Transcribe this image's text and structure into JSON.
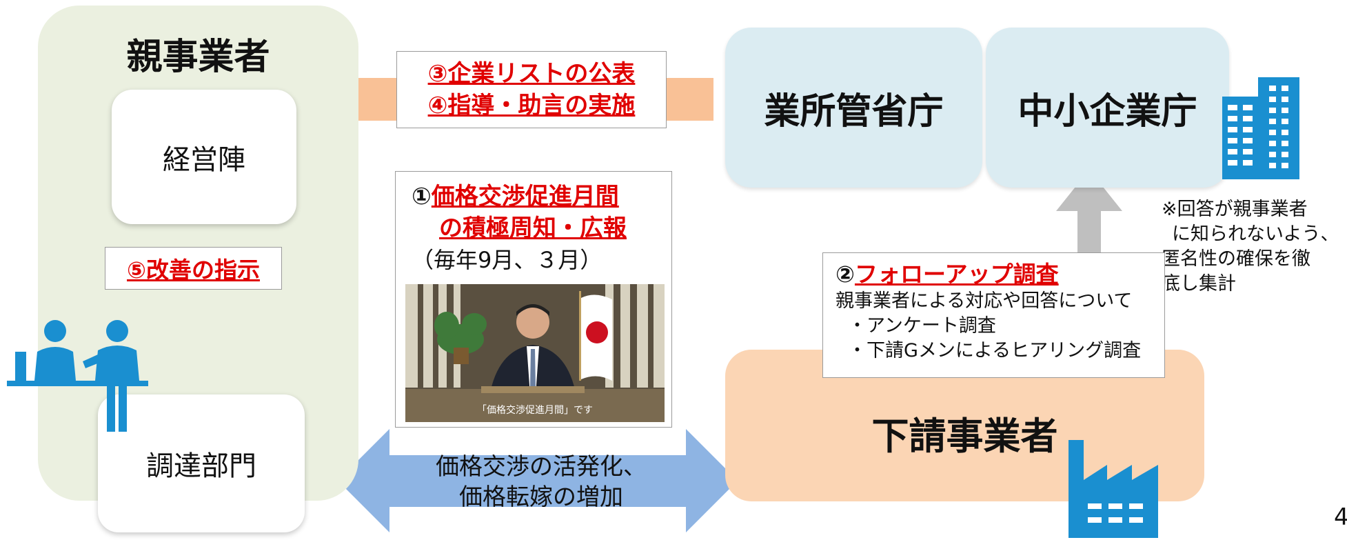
{
  "parent": {
    "title": "親事業者",
    "management": "経営陣",
    "procurement": "調達部門",
    "instruction": "⑤改善の指示"
  },
  "government": {
    "ministry": "業所管省庁",
    "sme_agency": "中小企業庁"
  },
  "subcontractor": {
    "title": "下請事業者"
  },
  "publish": {
    "line1": "③企業リストの公表",
    "line2": "④指導・助言の実施"
  },
  "campaign": {
    "num": "①",
    "line1": "価格交渉促進月間",
    "line2": "の積極周知・広報",
    "line3": "（毎年9月、３月）",
    "video_caption": "「価格交渉促進月間」です"
  },
  "followup": {
    "num": "②",
    "title": "フォローアップ調査",
    "desc": "親事業者による対応や回答について",
    "item1": "・アンケート調査",
    "item2": "・下請Gメンによるヒアリング調査"
  },
  "note": {
    "line1": "※回答が親事業者",
    "line2": "に知られないよう、",
    "line3": "匿名性の確保を徹",
    "line4": "底し集計"
  },
  "mutual": {
    "line1": "価格交渉の活発化、",
    "line2": "価格転嫁の増加"
  },
  "page_number": "4",
  "colors": {
    "red_text": "#e00000",
    "orange_arrow": "#f9c196",
    "gray_arrow": "#bfbfbf",
    "blue_arrow": "#8eb4e3",
    "icon_blue": "#1a8fd0"
  },
  "icons": [
    "people-meeting-icon",
    "office-building-icon",
    "factory-icon"
  ]
}
